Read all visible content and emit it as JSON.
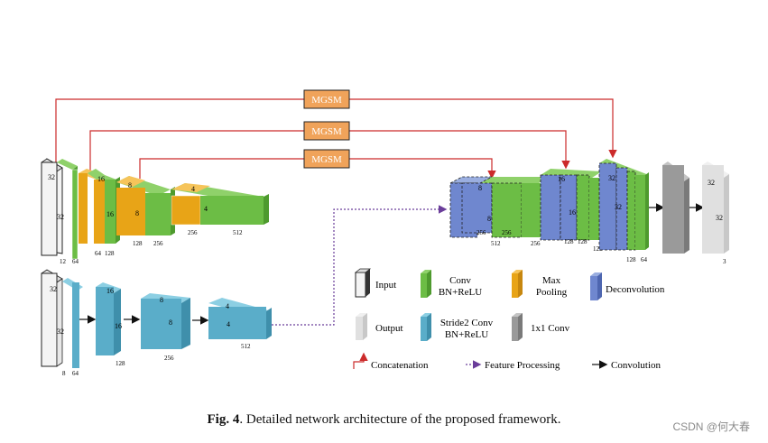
{
  "mgsm": [
    "MGSM",
    "MGSM",
    "MGSM"
  ],
  "encoder_top": {
    "input_dims": [
      "32",
      "32"
    ],
    "input_channels": [
      "12",
      "64"
    ],
    "stage1_dims": [
      "16",
      "16"
    ],
    "stage1_channels": [
      "64",
      "128"
    ],
    "stage2_dims": [
      "8",
      "8"
    ],
    "stage2_channels": [
      "128",
      "256"
    ],
    "stage3_dims": [
      "4",
      "4"
    ],
    "stage3_channels": [
      "256",
      "512"
    ]
  },
  "encoder_bottom": {
    "input_dims": [
      "32",
      "32"
    ],
    "input_channels": [
      "8",
      "64"
    ],
    "stage1_dims": [
      "16",
      "16"
    ],
    "stage1_channels": "128",
    "stage2_dims": [
      "8",
      "8"
    ],
    "stage2_channels": "256",
    "stage3_dims": [
      "4",
      "4"
    ],
    "stage3_channels": "512"
  },
  "decoder": {
    "block1_dims": [
      "8",
      "8"
    ],
    "block1_channels": [
      "256",
      "512",
      "256",
      "256"
    ],
    "block2_dims": [
      "16",
      "16"
    ],
    "block2_channels": [
      "128",
      "128",
      "128"
    ],
    "block3_dims": [
      "32",
      "32"
    ],
    "block3_channels": [
      "128",
      "64"
    ],
    "output_dims": [
      "32",
      "32"
    ],
    "output_channels": "3"
  },
  "legend": {
    "input": "Input",
    "conv_line1": "Conv",
    "conv_line2": "BN+ReLU",
    "maxpool_line1": "Max",
    "maxpool_line2": "Pooling",
    "deconv": "Deconvolution",
    "output": "Output",
    "stride2_line1": "Stride2 Conv",
    "stride2_line2": "BN+ReLU",
    "conv1x1": "1x1 Conv",
    "concat": "Concatenation",
    "feature": "Feature Processing",
    "convolution": "Convolution"
  },
  "caption": {
    "fig_label": "Fig. 4",
    "text": ". Detailed network architecture of the proposed framework."
  },
  "watermark": "CSDN @何大春",
  "colors": {
    "green": "#6cbd45",
    "orange": "#e8a417",
    "blue_deconv": "#6f87cf",
    "blue_stride": "#5aadc9",
    "gray": "#9a9a9a",
    "light_gray": "#e0e0e0",
    "mgsm": "#f0a35a",
    "concat_line": "#cc2b2b",
    "feature_line": "#6a3d9a"
  }
}
